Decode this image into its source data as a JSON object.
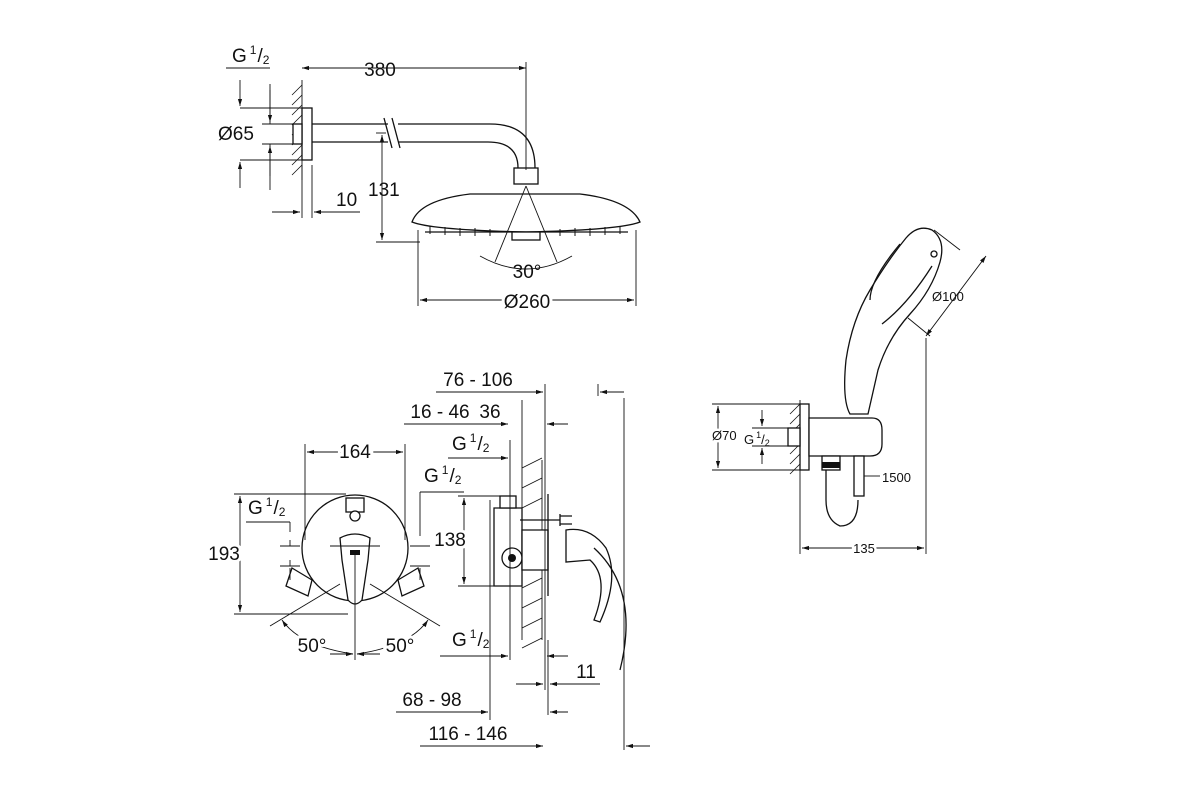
{
  "shower_head": {
    "thread": "G",
    "thread_frac_num": "1",
    "thread_frac_den": "2",
    "arm_length": "380",
    "flange_diameter": "Ø65",
    "wall_offset": "10",
    "height": "131",
    "tilt_angle": "30°",
    "head_diameter": "Ø260"
  },
  "mixer": {
    "thread": "G",
    "thread_frac_num": "1",
    "thread_frac_den": "2",
    "width": "164",
    "height": "193",
    "angle_left": "50°",
    "angle_right": "50°",
    "body_height": "138",
    "depth_range_a": "76 - 106",
    "depth_range_b": "16 - 46",
    "depth_c": "36",
    "depth_d": "11",
    "depth_range_e": "68 - 98",
    "depth_range_f": "116 - 146"
  },
  "hand_shower": {
    "head_diameter": "Ø100",
    "elbow_diameter": "Ø70",
    "thread": "G",
    "thread_frac_num": "1",
    "thread_frac_den": "2",
    "hose_length": "1500",
    "projection": "135"
  }
}
